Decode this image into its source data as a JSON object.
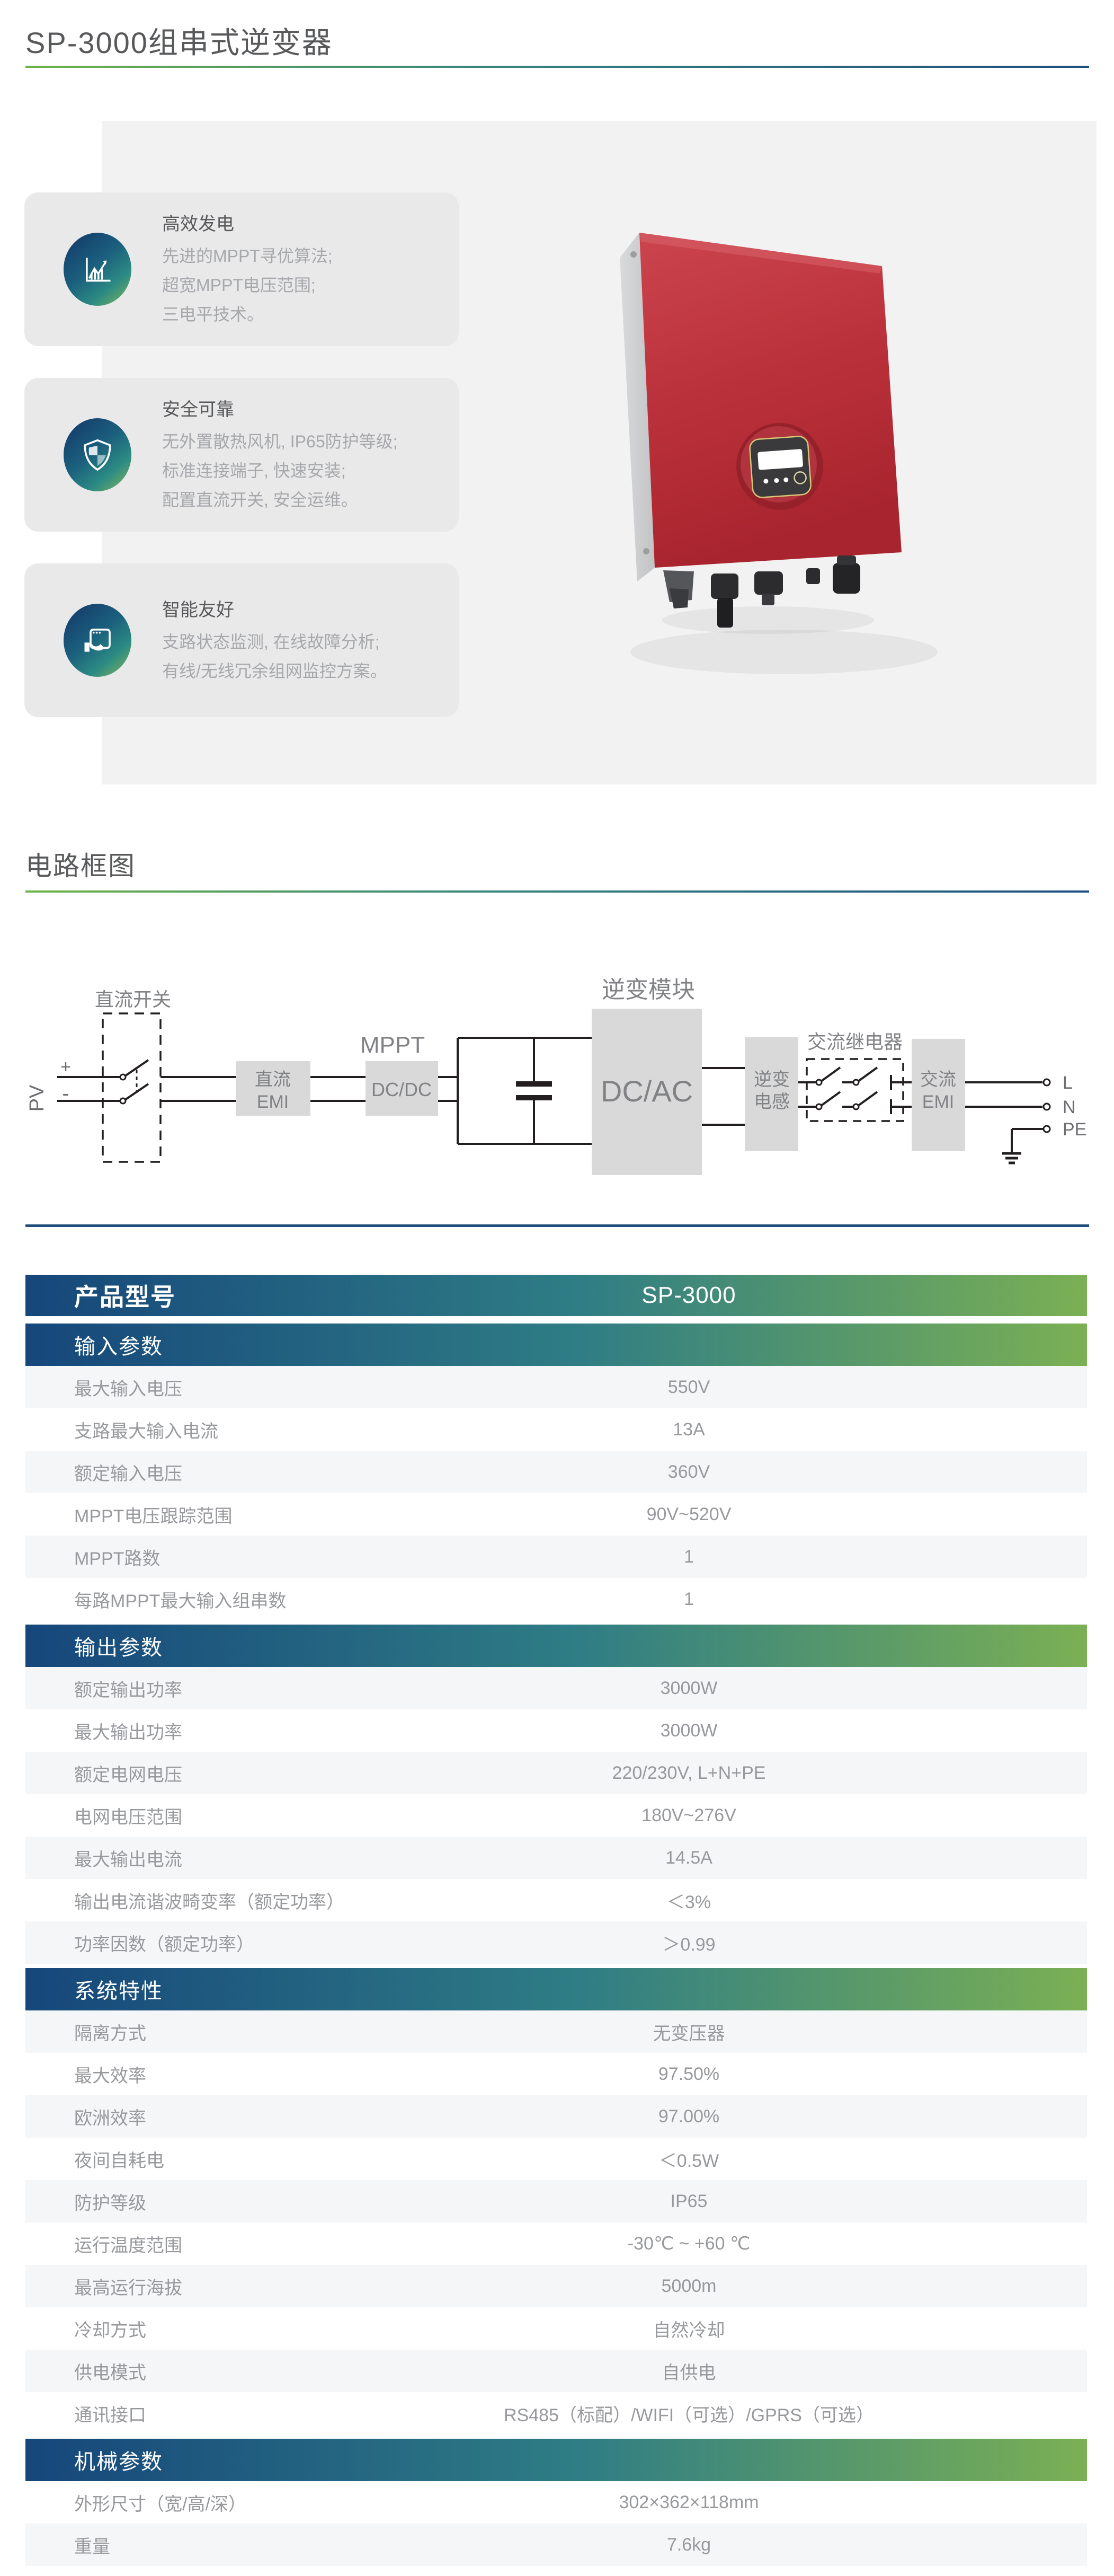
{
  "page": {
    "title": "SP-3000组串式逆变器",
    "diagram_section_title": "电路框图"
  },
  "colors": {
    "accent_green": "#6cb447",
    "accent_teal": "#2f7d85",
    "accent_navy": "#16477b",
    "separator_navy": "#1f4e7d",
    "product_red": "#b8303a",
    "card_gray": "#e9e9ea",
    "panel_gray": "#f2f2f3",
    "row_gray": "#f5f6f7",
    "text_gray": "#97999c"
  },
  "features": [
    {
      "icon": "chart-growth-icon",
      "title": "高效发电",
      "lines": [
        "先进的MPPT寻优算法;",
        "超宽MPPT电压范围;",
        "三电平技术。"
      ]
    },
    {
      "icon": "shield-icon",
      "title": "安全可靠",
      "lines": [
        "无外置散热风机, IP65防护等级;",
        "标准连接端子, 快速安装;",
        "配置直流开关, 安全运维。"
      ]
    },
    {
      "icon": "smart-monitor-icon",
      "title": "智能友好",
      "lines": [
        "支路状态监测, 在线故障分析;",
        "有线/无线冗余组网监控方案。"
      ]
    }
  ],
  "diagram": {
    "labels": {
      "dc_switch": "直流开关",
      "pv": "PV",
      "plus": "+",
      "minus": "-",
      "dc_emi_line1": "直流",
      "dc_emi_line2": "EMI",
      "mppt": "MPPT",
      "dcdc": "DC/DC",
      "inverter_module": "逆变模块",
      "dcac": "DC/AC",
      "inductor_line1": "逆变",
      "inductor_line2": "电感",
      "ac_relay": "交流继电器",
      "ac_emi_line1": "交流",
      "ac_emi_line2": "EMI",
      "terminal_l": "L",
      "terminal_n": "N",
      "terminal_pe": "PE"
    }
  },
  "table": {
    "model_label": "产品型号",
    "model_value": "SP-3000",
    "sections": [
      {
        "title": "输入参数",
        "first_row_shaded": true,
        "rows": [
          [
            "最大输入电压",
            "550V"
          ],
          [
            "支路最大输入电流",
            "13A"
          ],
          [
            "额定输入电压",
            "360V"
          ],
          [
            "MPPT电压跟踪范围",
            "90V~520V"
          ],
          [
            "MPPT路数",
            "1"
          ],
          [
            "每路MPPT最大输入组串数",
            "1"
          ]
        ]
      },
      {
        "title": "输出参数",
        "first_row_shaded": true,
        "rows": [
          [
            "额定输出功率",
            "3000W"
          ],
          [
            "最大输出功率",
            "3000W"
          ],
          [
            "额定电网电压",
            "220/230V, L+N+PE"
          ],
          [
            "电网电压范围",
            "180V~276V"
          ],
          [
            "最大输出电流",
            "14.5A"
          ],
          [
            "输出电流谐波畸变率（额定功率）",
            "＜3%"
          ],
          [
            "功率因数（额定功率）",
            "＞0.99"
          ]
        ]
      },
      {
        "title": "系统特性",
        "first_row_shaded": true,
        "rows": [
          [
            "隔离方式",
            "无变压器"
          ],
          [
            "最大效率",
            "97.50%"
          ],
          [
            "欧洲效率",
            "97.00%"
          ],
          [
            "夜间自耗电",
            "＜0.5W"
          ],
          [
            "防护等级",
            "IP65"
          ],
          [
            "运行温度范围",
            "-30℃ ~ +60 ℃"
          ],
          [
            "最高运行海拔",
            "5000m"
          ],
          [
            "冷却方式",
            "自然冷却"
          ],
          [
            "供电模式",
            "自供电"
          ],
          [
            "通讯接口",
            "RS485（标配）/WIFI（可选）/GPRS（可选）"
          ]
        ]
      },
      {
        "title": "机械参数",
        "first_row_shaded": false,
        "rows": [
          [
            "外形尺寸（宽/高/深）",
            "302×362×118mm"
          ],
          [
            "重量",
            "7.6kg"
          ]
        ]
      }
    ]
  }
}
